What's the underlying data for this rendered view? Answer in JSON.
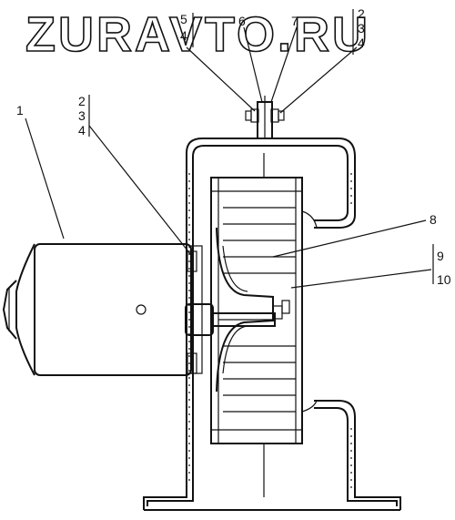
{
  "watermark": "ZURAVTO.RU",
  "labels": {
    "l1": "1",
    "l2a": "2",
    "l3a": "3",
    "l4a": "4",
    "l5": "5",
    "l4b": "4",
    "l6": "6",
    "l7": "7",
    "l2b": "2",
    "l3b": "3",
    "l4c": "4",
    "l8": "8",
    "l9": "9",
    "l10": "10"
  }
}
